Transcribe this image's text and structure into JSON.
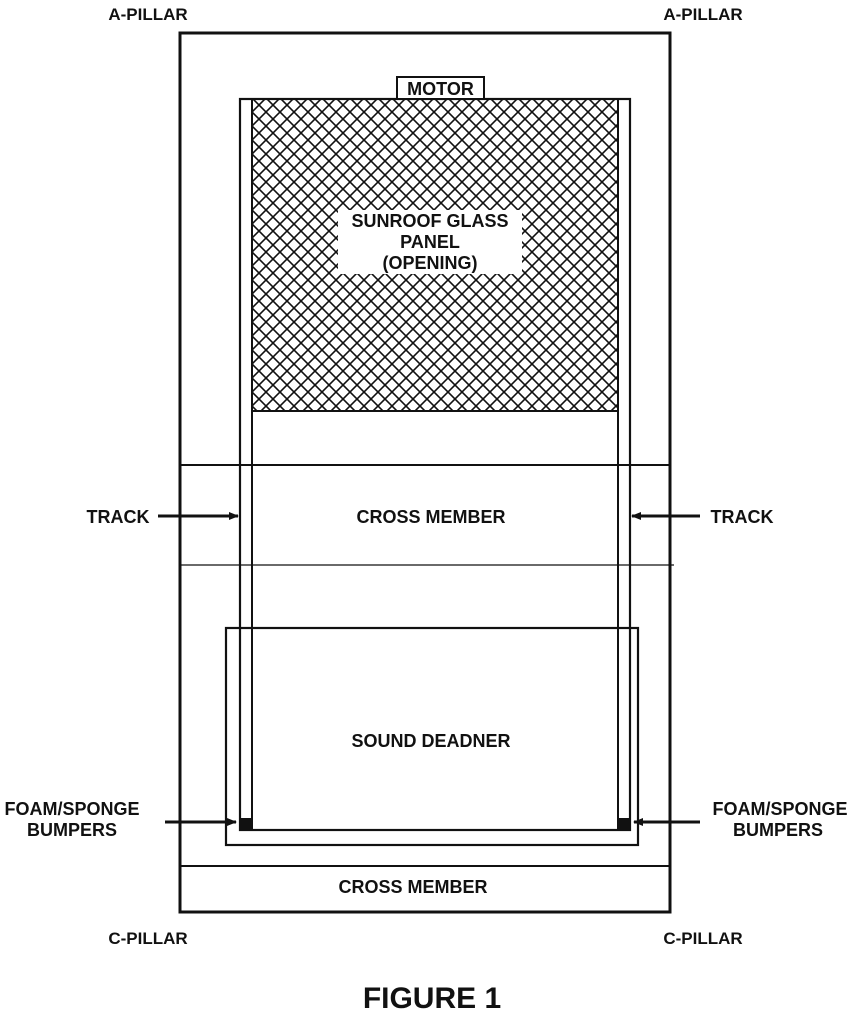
{
  "figure": {
    "title": "FIGURE 1",
    "pillars": {
      "a_left": "A-PILLAR",
      "a_right": "A-PILLAR",
      "c_left": "C-PILLAR",
      "c_right": "C-PILLAR"
    },
    "motor": "MOTOR",
    "glass_panel": [
      "SUNROOF GLASS",
      "PANEL",
      "(OPENING)"
    ],
    "cross_member_middle": "CROSS MEMBER",
    "cross_member_bottom": "CROSS MEMBER",
    "sound_deadner": "SOUND DEADNER",
    "track_left": "TRACK",
    "track_right": "TRACK",
    "bumpers_left": [
      "FOAM/SPONGE",
      "BUMPERS"
    ],
    "bumpers_right": [
      "FOAM/SPONGE",
      "BUMPERS"
    ],
    "colors": {
      "line": "#111111",
      "background": "#ffffff"
    }
  }
}
